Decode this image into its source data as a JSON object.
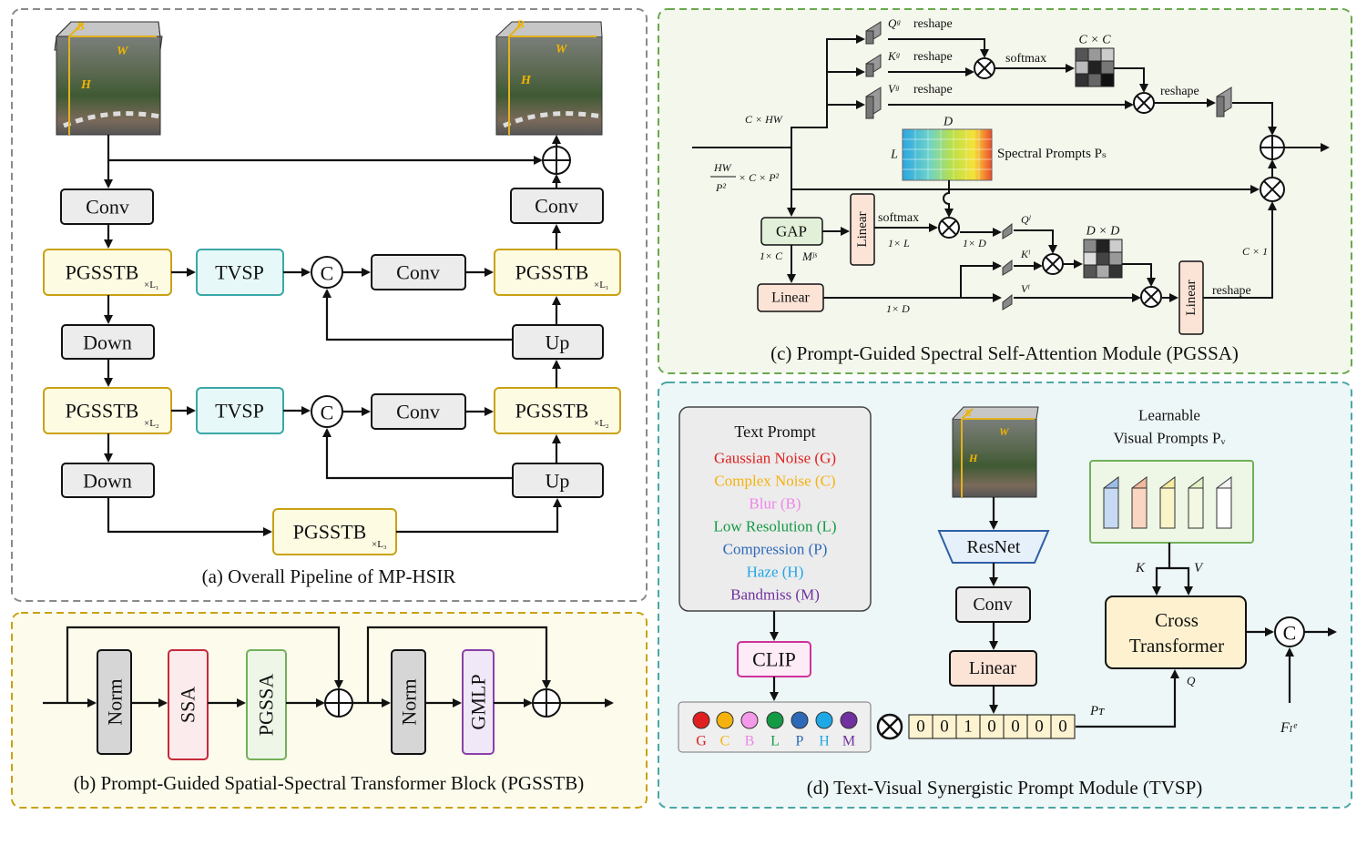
{
  "panel_a": {
    "caption": "(a) Overall Pipeline of MP-HSIR",
    "conv": "Conv",
    "pgsstb": "PGSSTB",
    "sub_l1": "×L₁",
    "sub_l2": "×L₂",
    "sub_l3": "×L₃",
    "tvsp": "TVSP",
    "concat": "C",
    "down": "Down",
    "up": "Up",
    "cube_b": "B",
    "cube_w": "W",
    "cube_h": "H"
  },
  "panel_b": {
    "caption": "(b) Prompt-Guided Spatial-Spectral Transformer Block (PGSSTB)",
    "norm": "Norm",
    "ssa": "SSA",
    "pgssa": "PGSSA",
    "gmlp": "GMLP"
  },
  "panel_c": {
    "caption": "(c) Prompt-Guided Spectral Self-Attention Module (PGSSA)",
    "qg": "Qᵍ",
    "kg": "Kᵍ",
    "vg": "Vᵍ",
    "reshape": "reshape",
    "softmax": "softmax",
    "cxc": "C × C",
    "dxd": "D × D",
    "d": "D",
    "l": "L",
    "spectral_prompts": "Spectral Prompts Pₛ",
    "gap": "GAP",
    "linear": "Linear",
    "c_hw": "C × HW",
    "hw_num": "HW",
    "hw_den": "P²",
    "hw_rest": "× C × P²",
    "one_l": "1× L",
    "one_d": "1× D",
    "one_c": "1× C",
    "mjs": "Mʲˢ",
    "ql": "Qˡ",
    "kl": "Kˡ",
    "vl": "Vˡ",
    "c_one": "C × 1"
  },
  "panel_d": {
    "caption": "(d) Text-Visual Synergistic Prompt Module (TVSP)",
    "text_prompt_title": "Text Prompt",
    "degradations": [
      {
        "label": "Gaussian Noise (G)",
        "code": "G",
        "color": "#e02020"
      },
      {
        "label": "Complex  Noise (C)",
        "code": "C",
        "color": "#f5b20e"
      },
      {
        "label": "Blur (B)",
        "code": "B",
        "color": "#f085e8"
      },
      {
        "label": "Low Resolution (L)",
        "code": "L",
        "color": "#139a44"
      },
      {
        "label": "Compression (P)",
        "code": "P",
        "color": "#2e69b8"
      },
      {
        "label": "Haze (H)",
        "code": "H",
        "color": "#1fa8e6"
      },
      {
        "label": "Bandmiss (M)",
        "code": "M",
        "color": "#7030a0"
      }
    ],
    "clip": "CLIP",
    "resnet": "ResNet",
    "onehot": [
      "0",
      "0",
      "1",
      "0",
      "0",
      "0",
      "0"
    ],
    "learnable": "Learnable",
    "visual_prompts": "Visual Prompts Pᵥ",
    "cross": "Cross",
    "transformer": "Transformer",
    "k": "K",
    "v": "V",
    "q": "Q",
    "pt": "Pᴛ",
    "fle": "Fₗᵉ"
  }
}
